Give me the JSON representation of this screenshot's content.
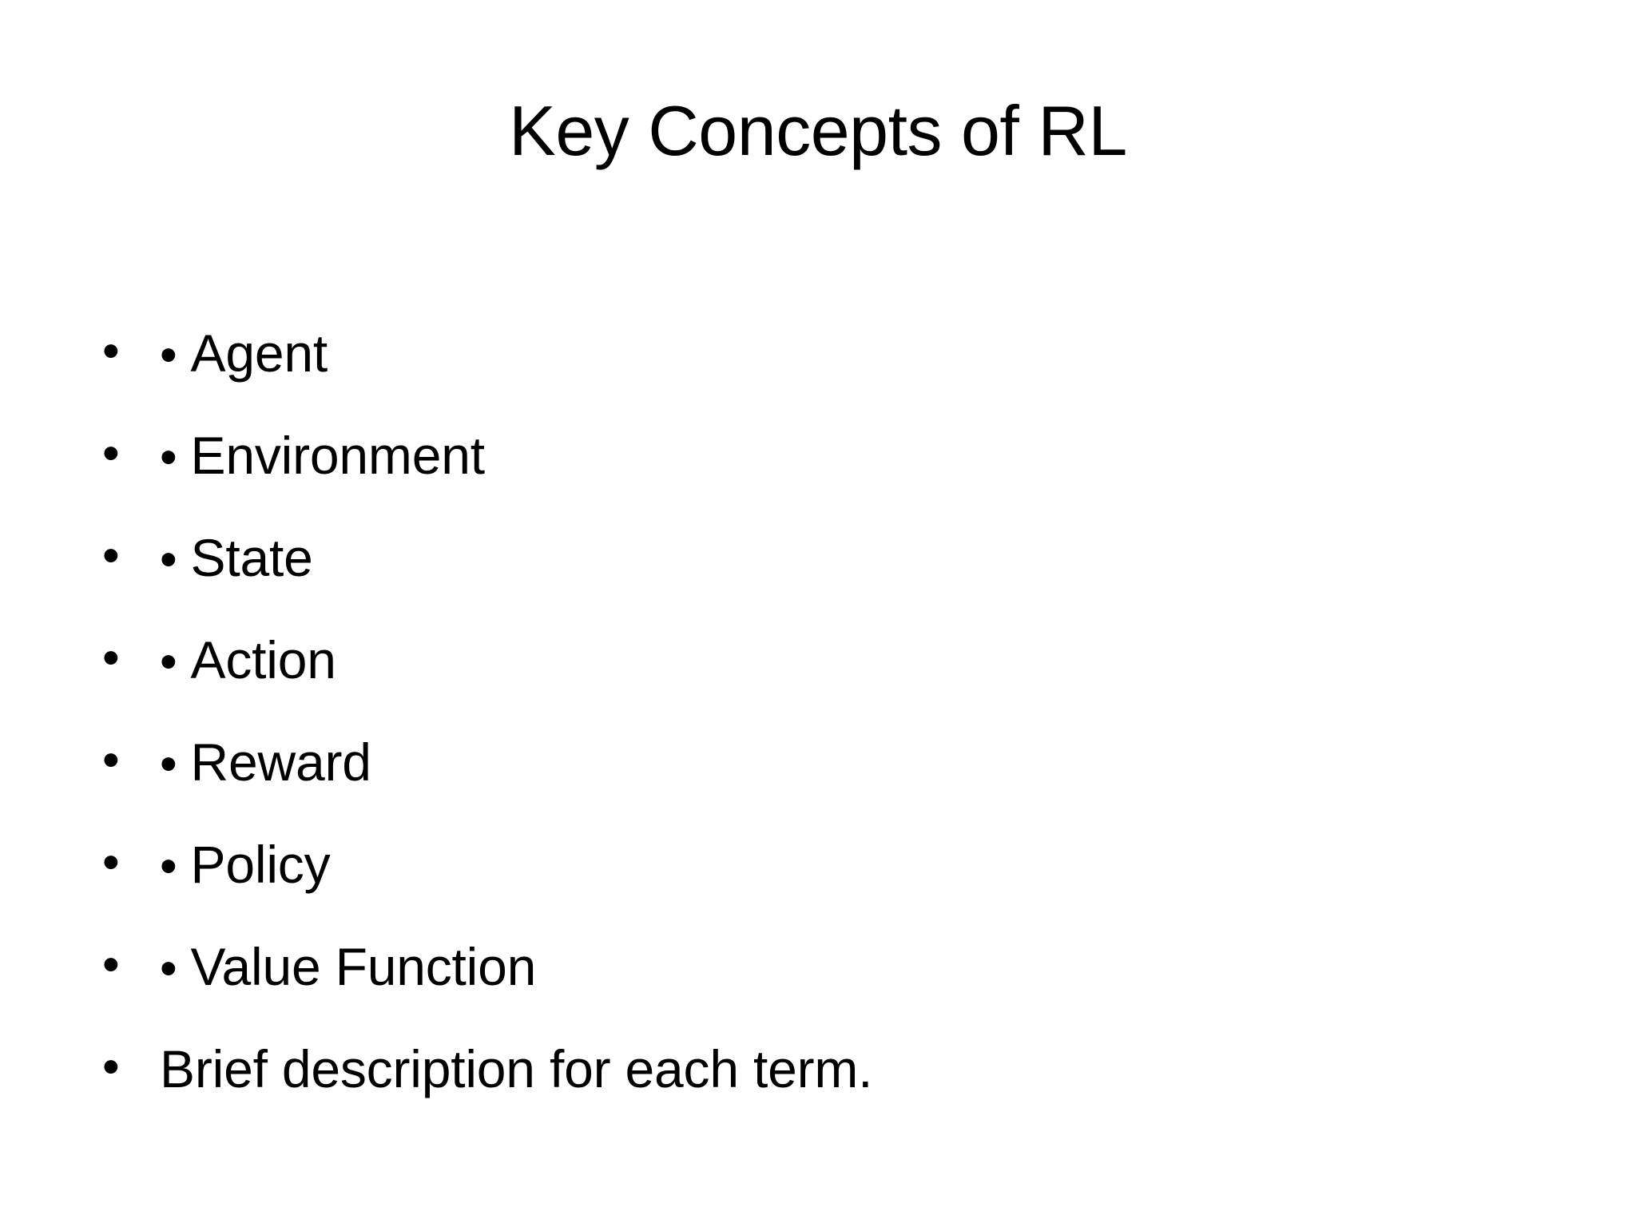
{
  "slide": {
    "title": "Key Concepts of RL",
    "background_color": "#ffffff",
    "text_color": "#000000",
    "outer_bullet_glyph": "•",
    "bullets": [
      {
        "marker": "•",
        "prefix": "• ",
        "text": "Agent"
      },
      {
        "marker": "•",
        "prefix": "• ",
        "text": "Environment"
      },
      {
        "marker": "•",
        "prefix": "• ",
        "text": "State"
      },
      {
        "marker": "•",
        "prefix": "• ",
        "text": "Action"
      },
      {
        "marker": "•",
        "prefix": "• ",
        "text": "Reward"
      },
      {
        "marker": "•",
        "prefix": "• ",
        "text": "Policy"
      },
      {
        "marker": "•",
        "prefix": "• ",
        "text": "Value Function"
      },
      {
        "marker": "•",
        "prefix": "",
        "text": "Brief description for each term."
      }
    ]
  }
}
